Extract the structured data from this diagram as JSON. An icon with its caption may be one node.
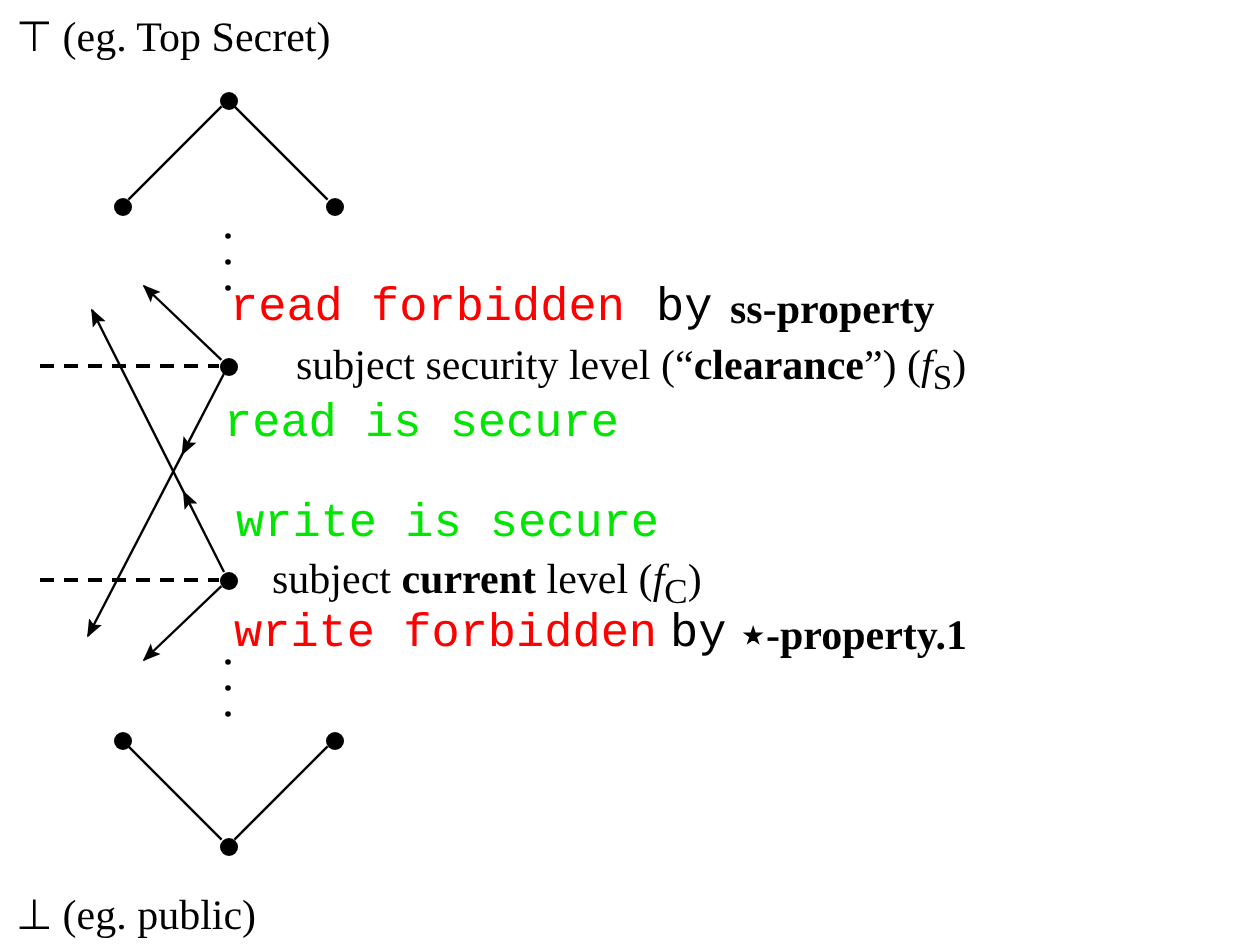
{
  "diagram": {
    "nodes": [
      {
        "text": [],
        "shape": "circle"
      },
      {
        "text": [],
        "shape": "circle"
      },
      {
        "text": [],
        "shape": "circle"
      },
      {
        "text": [],
        "shape": "circle",
        "beside": [
          "subject security level (“**clearance**”) (*f*$_{S}$)"
        ]
      },
      {
        "text": [],
        "shape": "circle",
        "beside": [
          "subject **current** level (*f*$_{C}$)"
        ]
      },
      {
        "text": [],
        "shape": "circle"
      },
      {
        "text": [],
        "shape": "circle"
      },
      {
        "text": [],
        "shape": "circle"
      }
    ],
    "edges": [
      {
        "from": 0,
        "to": 1,
        "arrow": "none"
      },
      {
        "from": 0,
        "to": 2,
        "arrow": "none"
      },
      {
        "from": 3,
        "to": null,
        "arrow": "to"
      },
      {
        "from": 3,
        "to": null,
        "arrow": "to"
      },
      {
        "from": 4,
        "to": null,
        "arrow": "to"
      },
      {
        "from": 4,
        "to": null,
        "arrow": "to"
      },
      {
        "from": null,
        "to": 3,
        "arrow": "none",
        "style": "dashed"
      },
      {
        "from": null,
        "to": 4,
        "arrow": "none",
        "style": "dashed"
      },
      {
        "from": 5,
        "to": 7,
        "arrow": "none"
      },
      {
        "from": 6,
        "to": 7,
        "arrow": "none"
      }
    ],
    "labels": [
      "⊤ (eg. Top Secret)",
      "read forbidden",
      "by",
      "ss-property",
      "read is secure",
      "write is secure",
      "write forbidden",
      "by",
      "⋆-property.1",
      "⊥ (eg. public)"
    ]
  }
}
